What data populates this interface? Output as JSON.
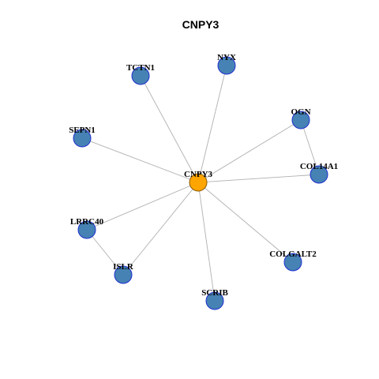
{
  "title": "CNPY3",
  "colors": {
    "background": "#ffffff",
    "edge": "#b0b0b0",
    "hub_fill": "#ffa500",
    "hub_stroke": "#8a5a00",
    "node_fill": "#4682b4",
    "node_stroke": "#1f2fd0",
    "label": "#000000",
    "title": "#000000"
  },
  "hub": "CNPY3",
  "nodes": [
    "CNPY3",
    "NYX",
    "TCTN1",
    "OGN",
    "SEPN1",
    "COL14A1",
    "LRRC40",
    "COLGALT2",
    "ISLR",
    "SCRIB"
  ],
  "edges": [
    [
      "CNPY3",
      "NYX"
    ],
    [
      "CNPY3",
      "TCTN1"
    ],
    [
      "CNPY3",
      "OGN"
    ],
    [
      "CNPY3",
      "SEPN1"
    ],
    [
      "CNPY3",
      "COL14A1"
    ],
    [
      "CNPY3",
      "LRRC40"
    ],
    [
      "CNPY3",
      "COLGALT2"
    ],
    [
      "CNPY3",
      "ISLR"
    ],
    [
      "CNPY3",
      "SCRIB"
    ],
    [
      "OGN",
      "COL14A1"
    ],
    [
      "LRRC40",
      "ISLR"
    ]
  ]
}
